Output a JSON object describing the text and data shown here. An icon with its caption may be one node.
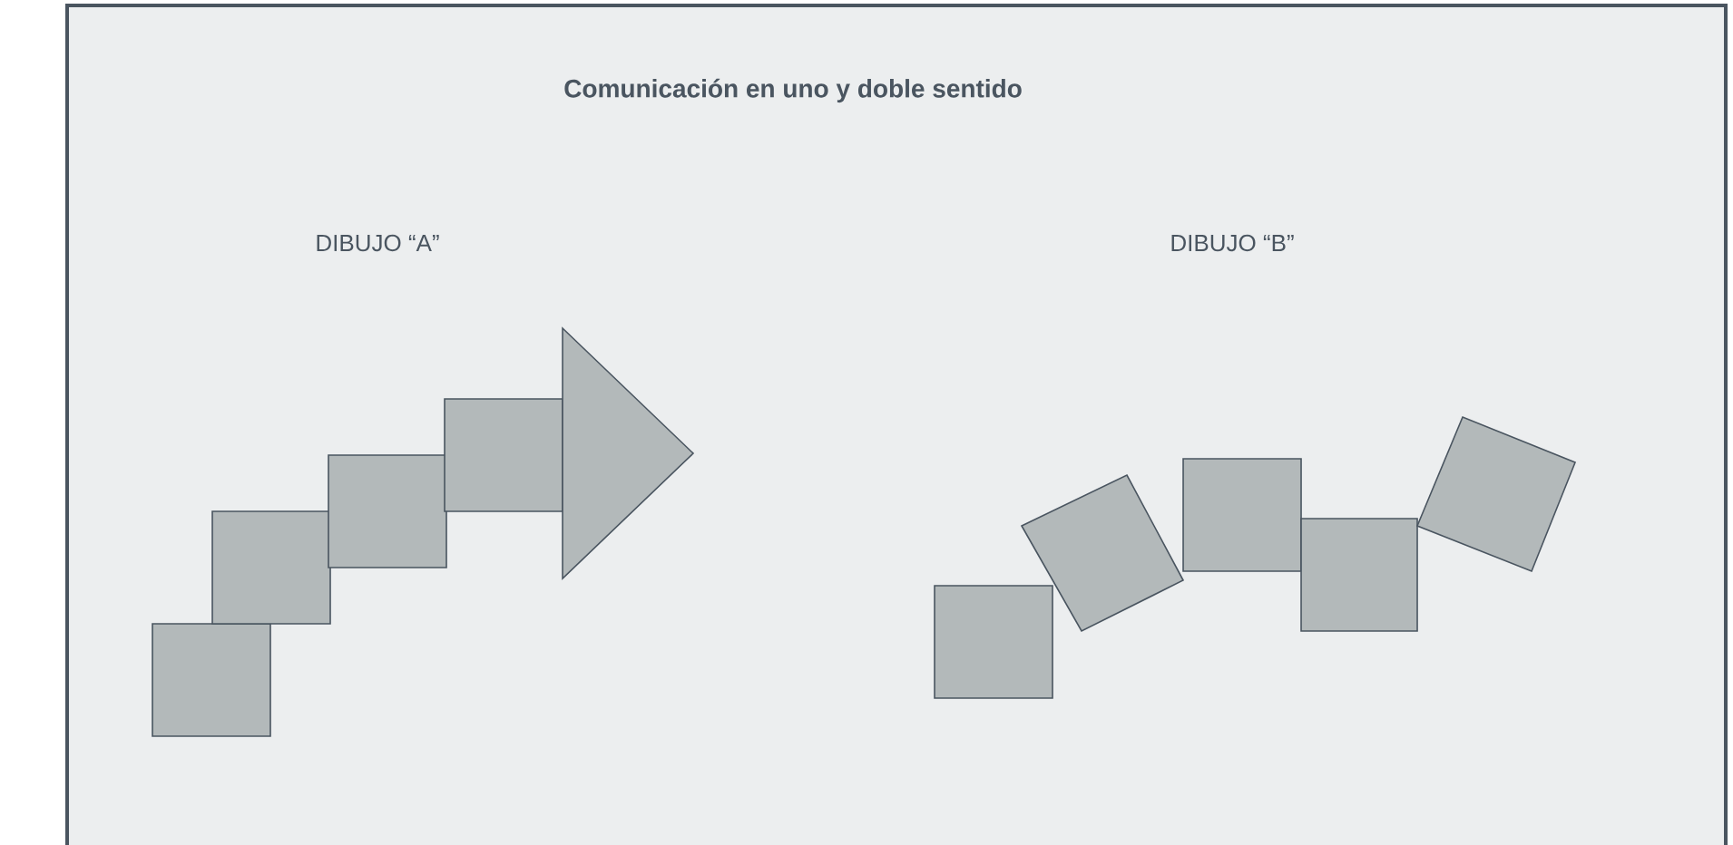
{
  "diagram": {
    "title": "Comunicación en uno y doble sentido",
    "labels": [
      "DIBUJO “A”",
      "DIBUJO “B”"
    ]
  }
}
